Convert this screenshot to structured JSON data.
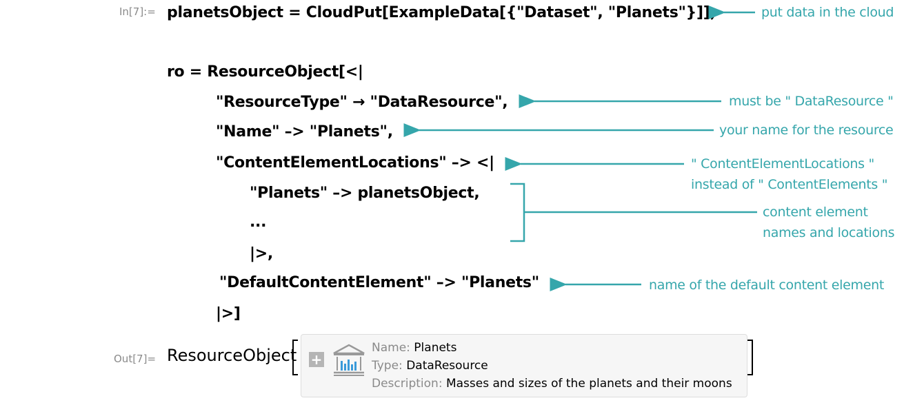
{
  "input_label": "In[7]:=",
  "output_label": "Out[7]=",
  "code_lines": [
    "planetsObject = CloudPut[ExampleData[{\"Dataset\", \"Planets\"}]];",
    "ro = ResourceObject[<|",
    "\"ResourceType\" → \"DataResource\",",
    "\"Name\"  –> \"Planets\",",
    "\"ContentElementLocations\"  –> <|",
    "\"Planets\"  –> planetsObject,",
    "...",
    "|>,",
    "\"DefaultContentElement\"  –> \"Planets\"",
    "|>]"
  ],
  "annotations": [
    "put data in the cloud",
    "must be \" DataResource \"",
    "your name for the resource",
    "\" ContentElementLocations \"",
    "instead of \" ContentElements \"",
    "content element",
    "names and locations",
    "name of the  default content element"
  ],
  "output": {
    "head": "ResourceObject",
    "name_key": "Name:",
    "name_value": "Planets",
    "type_key": "Type:",
    "type_value": "DataResource",
    "desc_key": "Description:",
    "desc_value": "Masses and sizes of the planets and their moons"
  },
  "colors": {
    "annotation": "#35a6ab"
  }
}
